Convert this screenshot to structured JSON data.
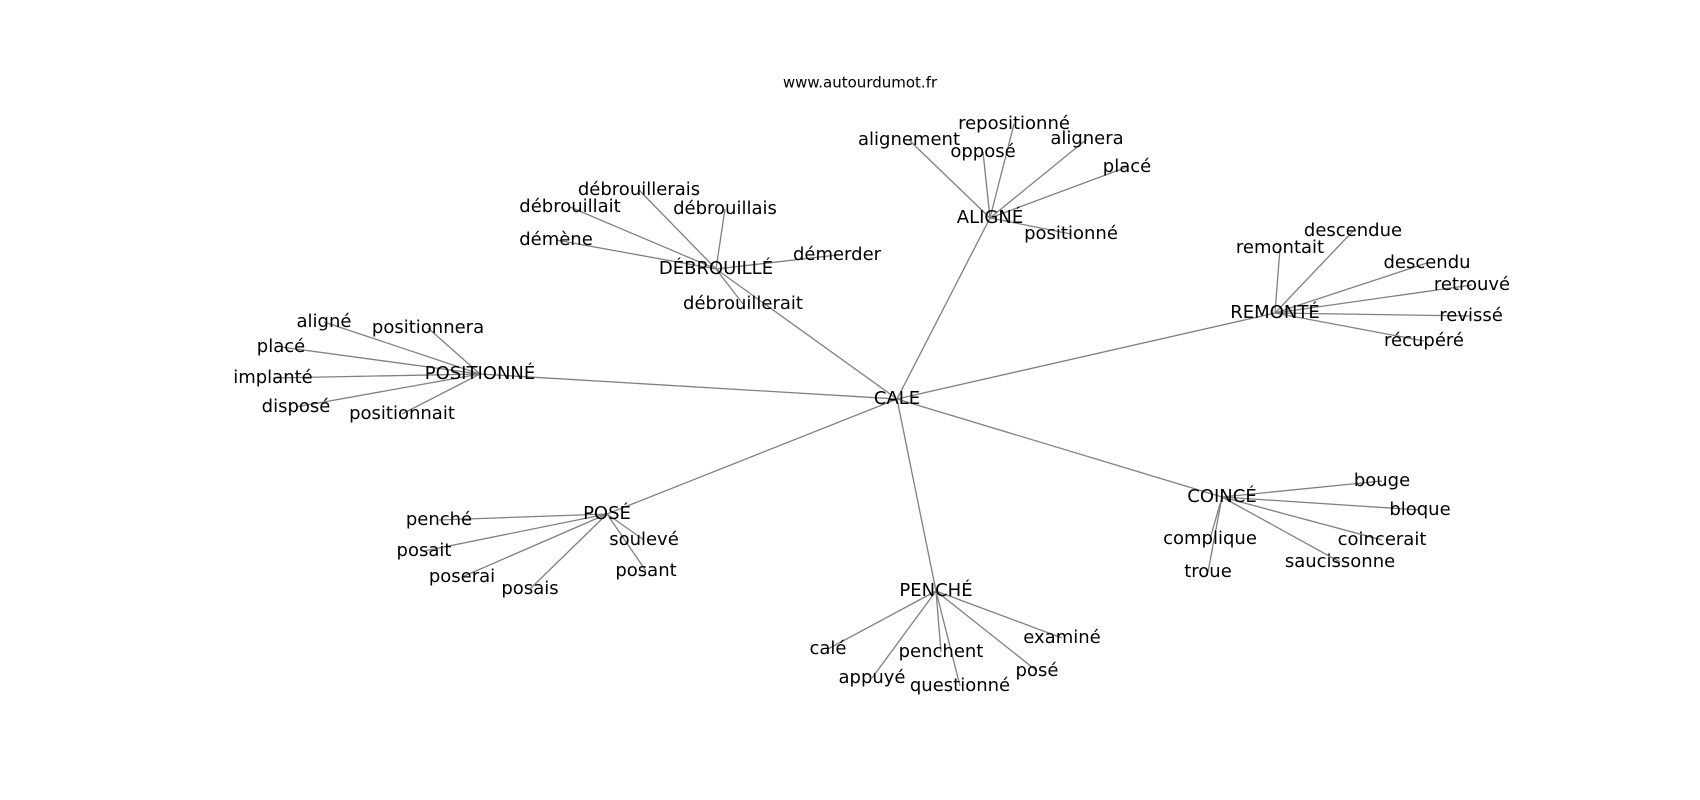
{
  "source": "www.autourdumot.fr",
  "center": "CALE",
  "groups": [
    {
      "label": "ALIGNÉ",
      "leaves": [
        "repositionné",
        "alignement",
        "opposé",
        "alignera",
        "placé",
        "positionné"
      ]
    },
    {
      "label": "DÉBROUILLÉ",
      "leaves": [
        "débrouillerais",
        "débrouillait",
        "débrouillais",
        "démène",
        "démerder",
        "débrouillerait"
      ]
    },
    {
      "label": "REMONTÉ",
      "leaves": [
        "descendue",
        "remontait",
        "descendu",
        "retrouvé",
        "revissé",
        "récupéré"
      ]
    },
    {
      "label": "POSITIONNÉ",
      "leaves": [
        "aligné",
        "positionnera",
        "placé",
        "implanté",
        "disposé",
        "positionnait"
      ]
    },
    {
      "label": "POSÉ",
      "leaves": [
        "penché",
        "soulevé",
        "posait",
        "posant",
        "poserai",
        "posais"
      ]
    },
    {
      "label": "COINCÉ",
      "leaves": [
        "bouge",
        "bloque",
        "complique",
        "coincerait",
        "saucissonne",
        "troue"
      ]
    },
    {
      "label": "PENCHÉ",
      "leaves": [
        "examiné",
        "calé",
        "penchent",
        "posé",
        "appuyé",
        "questionné"
      ]
    }
  ]
}
